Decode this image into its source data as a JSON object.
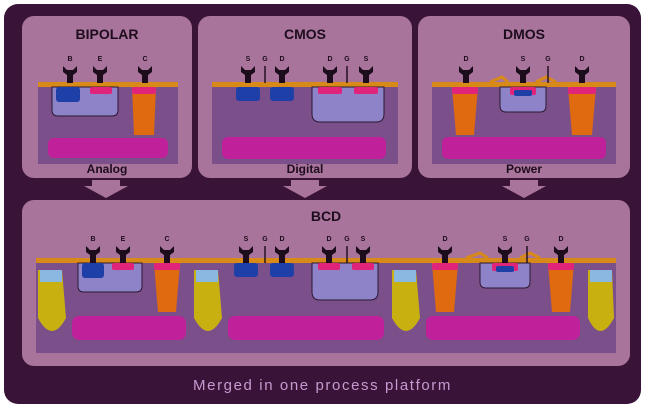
{
  "panels": {
    "bipolar": {
      "title": "BIPOLAR",
      "pins": [
        "B",
        "E",
        "C"
      ],
      "label": "Analog"
    },
    "cmos": {
      "title": "CMOS",
      "pins": [
        "S",
        "G",
        "D",
        "D",
        "G",
        "S"
      ],
      "label": "Digital"
    },
    "dmos": {
      "title": "DMOS",
      "pins": [
        "D",
        "S",
        "G",
        "D"
      ],
      "label": "Power"
    },
    "bcd": {
      "title": "BCD",
      "pins": [
        "B",
        "E",
        "C",
        "S",
        "G",
        "D",
        "D",
        "G",
        "S",
        "D",
        "S",
        "G",
        "D"
      ]
    }
  },
  "footer": "Merged in one process platform",
  "colors": {
    "background": "#3a1438",
    "panel": "#a9749c",
    "substrate": "#7b4f8a",
    "metal_line": "#d88a18",
    "n_well": "#8e82c8",
    "blue_implant": "#1e3ea8",
    "pink_implant": "#e0247a",
    "orange_sinker": "#e06a10",
    "magenta_buried": "#c0209a",
    "yellow_isolation": "#c8b010"
  }
}
